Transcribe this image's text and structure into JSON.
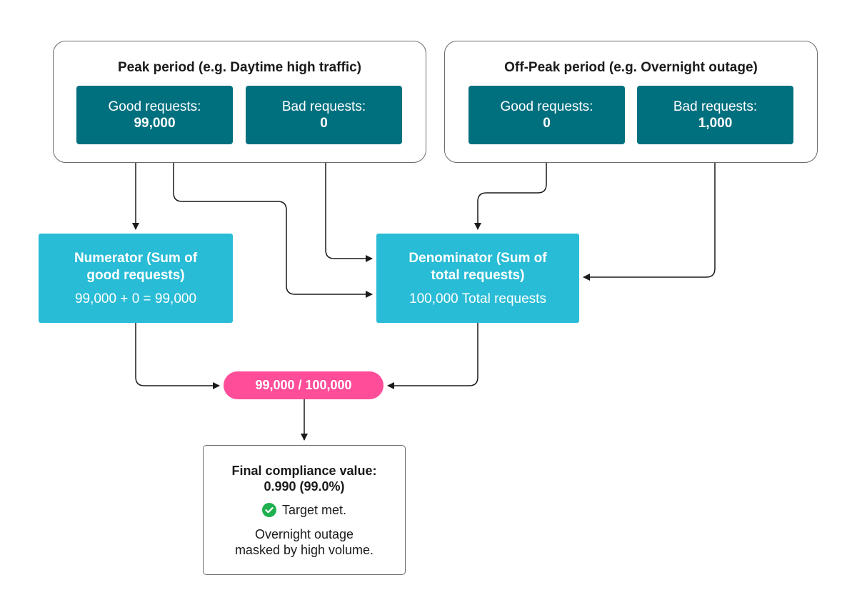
{
  "peak": {
    "title": "Peak period (e.g. Daytime high traffic)",
    "good_label": "Good requests:",
    "good_value": "99,000",
    "bad_label": "Bad requests:",
    "bad_value": "0"
  },
  "offpeak": {
    "title": "Off-Peak period (e.g. Overnight outage)",
    "good_label": "Good requests:",
    "good_value": "0",
    "bad_label": "Bad requests:",
    "bad_value": "1,000"
  },
  "numerator": {
    "title_line1": "Numerator (Sum of",
    "title_line2": "good requests)",
    "formula": "99,000 + 0 = 99,000"
  },
  "denominator": {
    "title_line1": "Denominator (Sum of",
    "title_line2": "total requests)",
    "total": "100,000 Total requests"
  },
  "ratio": "99,000 / 100,000",
  "final": {
    "title_line1": "Final compliance value:",
    "title_line2": "0.990 (99.0%)",
    "status_icon": "check-circle-icon",
    "status": "Target met.",
    "note_line1": "Overnight outage",
    "note_line2": "masked by high volume."
  },
  "colors": {
    "request_box": "#00707f",
    "calc_box": "#29bcd6",
    "ratio_pill": "#ff4d9a",
    "success": "#1fb14f"
  }
}
